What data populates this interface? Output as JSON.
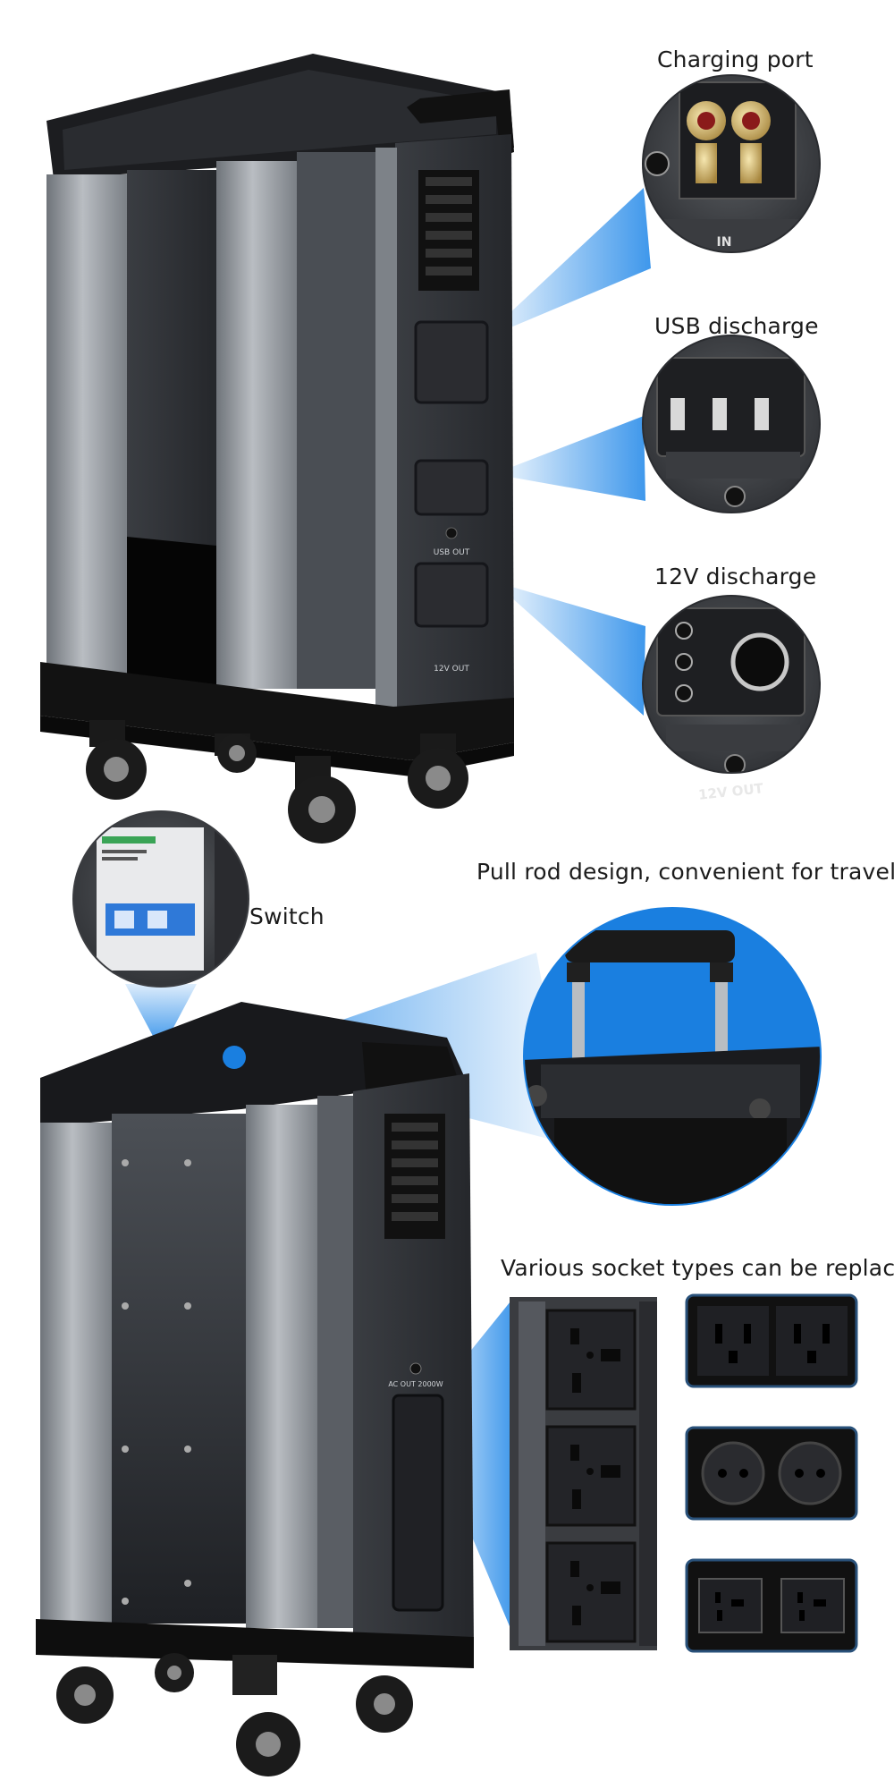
{
  "callouts": {
    "charging_port": "Charging port",
    "usb_discharge": "USB discharge",
    "v12_discharge": "12V discharge",
    "switch": "Switch",
    "pull_rod": "Pull rod design, convenient for travel",
    "sockets": "Various socket types can be replaced"
  },
  "panel_text": {
    "in": "IN",
    "usb_out": "USB OUT",
    "v12_out": "12V OUT",
    "usb_out_small": "USB OUT",
    "v12_out_small": "12V OUT",
    "ac_out": "AC OUT 2000W"
  },
  "colors": {
    "beam_blue": "#1e86e8",
    "accent_blue": "#1a7fe0",
    "body_dark": "#2b2d31",
    "body_grey": "#8b9096",
    "plastic_black": "#141414"
  }
}
